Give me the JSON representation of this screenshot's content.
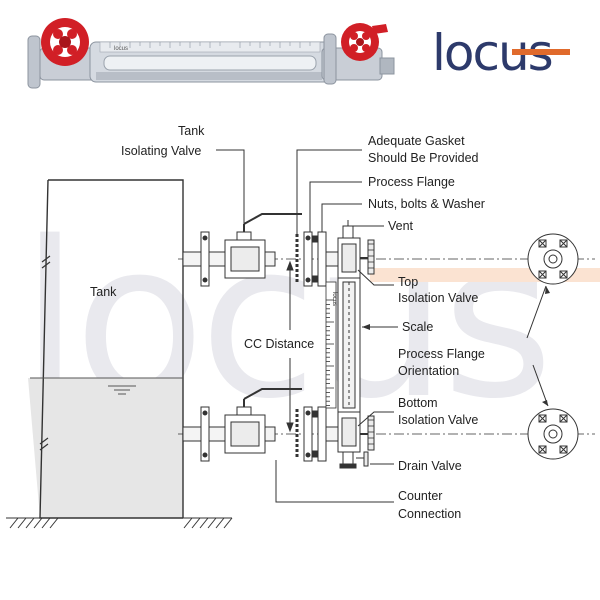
{
  "brand": {
    "name": "locus",
    "primary_color": "#2d3a6b",
    "accent_color": "#e06a2c",
    "watermark_color": "#e9e9ee",
    "watermark_accent": "#fbe3d2"
  },
  "product_photo": {
    "handwheel_color": "#d11f26",
    "body_color": "#c9ced6",
    "scale_mark": "locus"
  },
  "diagram": {
    "labels": {
      "tank_isolating_valve_line1": "Tank",
      "tank_isolating_valve_line2": "Isolating Valve",
      "adequate_gasket_line1": "Adequate Gasket",
      "adequate_gasket_line2": "Should Be Provided",
      "process_flange": "Process Flange",
      "nuts_bolts_washer": "Nuts, bolts & Washer",
      "vent": "Vent",
      "tank": "Tank",
      "top_isolation_valve_line1": "Top",
      "top_isolation_valve_line2": "Isolation Valve",
      "scale": "Scale",
      "cc_distance": "CC Distance",
      "process_flange_orientation_line1": "Process Flange",
      "process_flange_orientation_line2": "Orientation",
      "bottom_isolation_valve_line1": "Bottom",
      "bottom_isolation_valve_line2": "Isolation Valve",
      "drain_valve": "Drain Valve",
      "counter_connection_line1": "Counter",
      "counter_connection_line2": "Connection"
    },
    "scale_mark": "locus",
    "liquid_color": "#e6e6e6",
    "line_color": "#333333"
  }
}
